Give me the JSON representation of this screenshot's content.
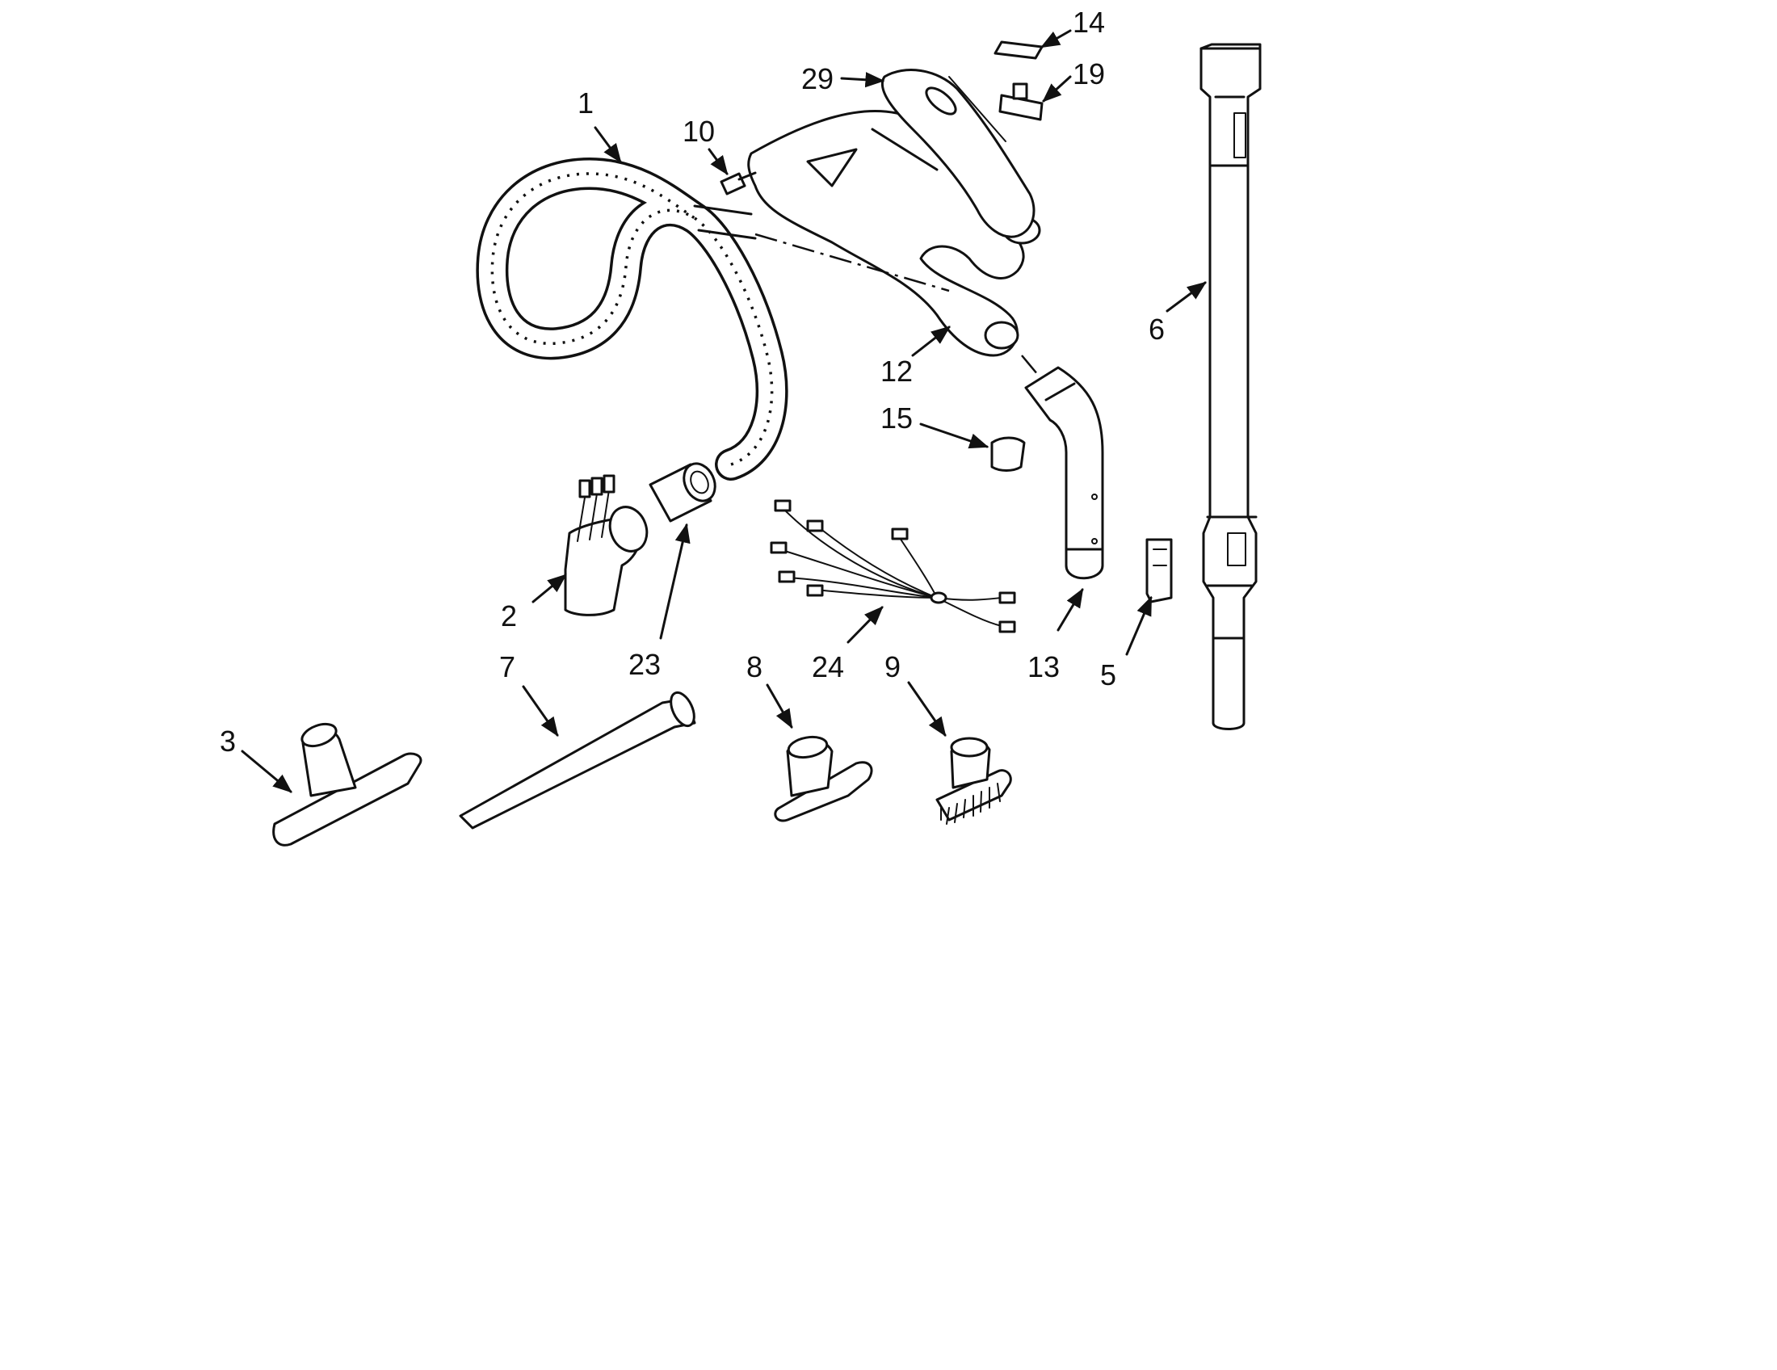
{
  "parts": [
    {
      "id": "p1",
      "label": "1"
    },
    {
      "id": "p2",
      "label": "2"
    },
    {
      "id": "p3",
      "label": "3"
    },
    {
      "id": "p5",
      "label": "5"
    },
    {
      "id": "p6",
      "label": "6"
    },
    {
      "id": "p7",
      "label": "7"
    },
    {
      "id": "p8",
      "label": "8"
    },
    {
      "id": "p9",
      "label": "9"
    },
    {
      "id": "p10",
      "label": "10"
    },
    {
      "id": "p12",
      "label": "12"
    },
    {
      "id": "p13",
      "label": "13"
    },
    {
      "id": "p14",
      "label": "14"
    },
    {
      "id": "p15",
      "label": "15"
    },
    {
      "id": "p19",
      "label": "19"
    },
    {
      "id": "p23",
      "label": "23"
    },
    {
      "id": "p24",
      "label": "24"
    },
    {
      "id": "p29",
      "label": "29"
    }
  ],
  "colors": {
    "line": "#111111",
    "background": "#ffffff"
  }
}
